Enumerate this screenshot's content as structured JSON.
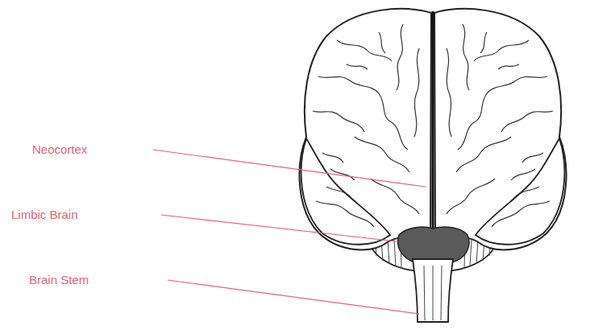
{
  "diagram": {
    "labels": [
      "Neocortex",
      "Limbic Brain",
      "Brain Stem"
    ]
  }
}
